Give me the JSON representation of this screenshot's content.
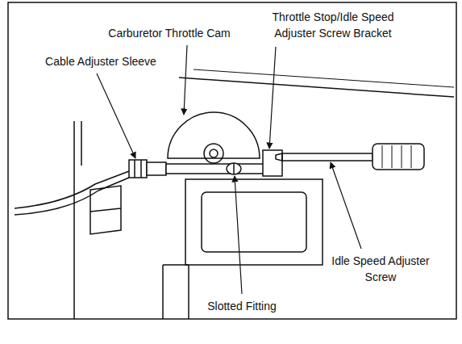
{
  "diagram": {
    "labels": [
      "Carburetor Throttle Cam",
      "Throttle Stop/Idle Speed Adjuster Screw Bracket",
      "Cable Adjuster Sleeve",
      "Idle Speed Adjuster Screw",
      "Slotted Fitting"
    ]
  }
}
